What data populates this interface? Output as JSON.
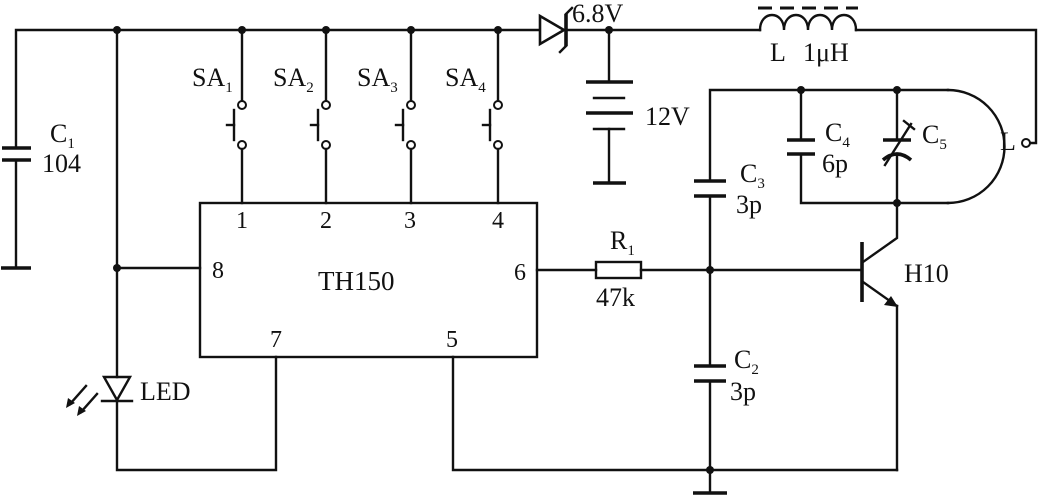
{
  "ic": {
    "name": "TH150",
    "pins": {
      "p1": "1",
      "p2": "2",
      "p3": "3",
      "p4": "4",
      "p5": "5",
      "p6": "6",
      "p7": "7",
      "p8": "8"
    }
  },
  "switches": [
    {
      "main": "SA",
      "sub": "1"
    },
    {
      "main": "SA",
      "sub": "2"
    },
    {
      "main": "SA",
      "sub": "3"
    },
    {
      "main": "SA",
      "sub": "4"
    }
  ],
  "c1": {
    "main": "C",
    "sub": "1",
    "value": "104"
  },
  "c2": {
    "main": "C",
    "sub": "2",
    "value": "3p"
  },
  "c3": {
    "main": "C",
    "sub": "3",
    "value": "3p"
  },
  "c4": {
    "main": "C",
    "sub": "4",
    "value": "6p"
  },
  "c5": {
    "main": "C",
    "sub": "5"
  },
  "r1": {
    "main": "R",
    "sub": "1",
    "value": "47k"
  },
  "zener": {
    "value": "6.8V"
  },
  "battery": {
    "value": "12V"
  },
  "inductor": {
    "name": "L",
    "value": "1μH"
  },
  "loop_antenna": {
    "name": "L"
  },
  "transistor": {
    "name": "H10"
  },
  "led": {
    "name": "LED"
  }
}
